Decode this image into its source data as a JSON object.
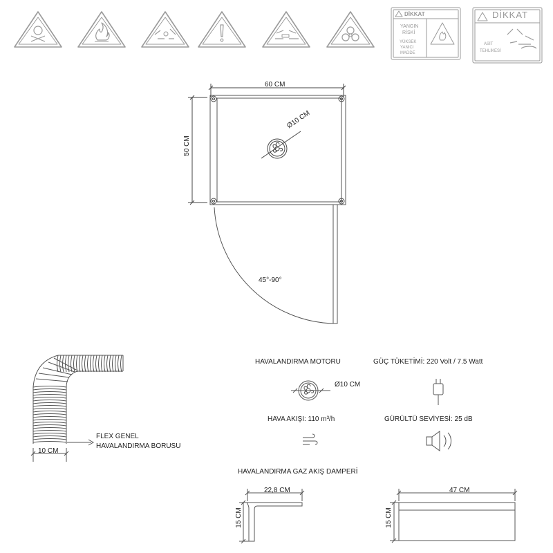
{
  "signs": {
    "s1": "poison-skull-warning-sign",
    "s2": "flammable-fire-warning-sign",
    "s3": "corrosive-warning-sign",
    "s4": "general-exclamation-warning-sign",
    "s5": "chemical-hazard-warning-sign",
    "s6": "biohazard-warning-sign",
    "label1": {
      "header": "DİKKAT",
      "line1": "YANGIN",
      "line2": "RİSKİ",
      "line3": "YÜKSEK",
      "line4": "YANICI",
      "line5": "MADDE"
    },
    "label2": {
      "header": "DİKKAT",
      "line1": "ASİT",
      "line2": "TEHLİKESİ"
    }
  },
  "plan": {
    "width_label": "60 CM",
    "height_label": "50 CM",
    "fan_label": "Ø10 CM",
    "angle_label": "45°-90°"
  },
  "flex": {
    "width_label": "10 CM",
    "caption_line1": "FLEX GENEL",
    "caption_line2": "HAVALANDIRMA BORUSU"
  },
  "specs": {
    "motor_title": "HAVALANDIRMA MOTORU",
    "motor_size": "Ø10 CM",
    "power": "GÜÇ TÜKETİMİ: 220 Volt / 7.5 Watt",
    "airflow": "HAVA AKIŞI: 110 m³/h",
    "noise": "GÜRÜLTÜ SEVİYESİ: 25 dB"
  },
  "damper": {
    "title": "HAVALANDIRMA GAZ AKIŞ DAMPERİ",
    "left_width": "22,8 CM",
    "left_height": "15 CM",
    "right_width": "47 CM",
    "right_height": "15 CM"
  },
  "colors": {
    "line": "#444444",
    "light_line": "#888888",
    "text": "#1e1e1e"
  },
  "icons": [
    "fan-icon",
    "plug-icon",
    "wind-icon",
    "speaker-icon"
  ]
}
